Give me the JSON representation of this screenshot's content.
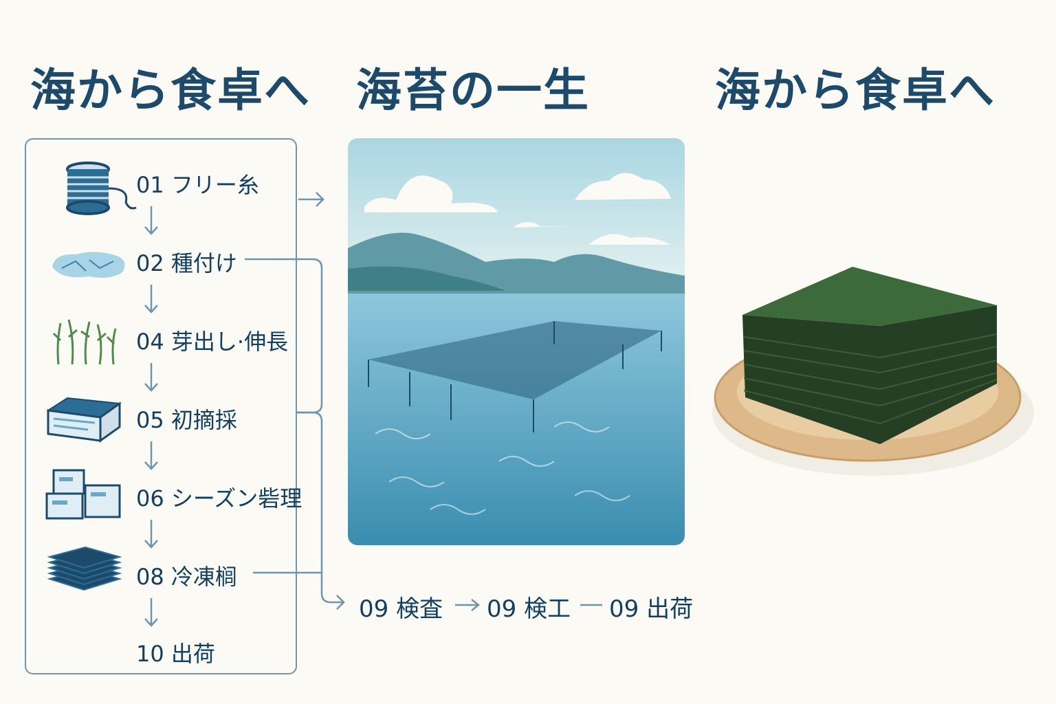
{
  "titles": {
    "left": "海から食卓へ",
    "center": "海苔の一生",
    "right": "海から食卓へ"
  },
  "steps": [
    {
      "label": "01 フリー糸",
      "icon": "thread-spool-icon"
    },
    {
      "label": "02 種付け",
      "icon": "seed-culture-icon"
    },
    {
      "label": "04 芽出し·伸長",
      "icon": "seaweed-sprout-icon"
    },
    {
      "label": "05 初摘採",
      "icon": "harvest-box-icon"
    },
    {
      "label": "06 シーズン砦理",
      "icon": "boxes-icon"
    },
    {
      "label": "08 冷凍榈",
      "icon": "nori-stack-icon"
    },
    {
      "label": "10 出荷"
    }
  ],
  "bottom_flow": [
    "09 検査",
    "09 検工",
    "09 出荷"
  ],
  "colors": {
    "background": "#fbfaf4",
    "text": "#123f60",
    "line": "#6f94ad",
    "sea": "#3e95b6",
    "nori": "#2b4a2e"
  }
}
